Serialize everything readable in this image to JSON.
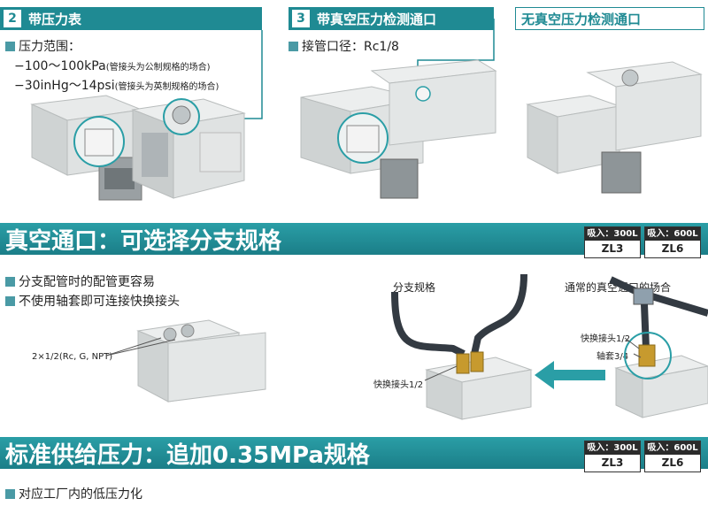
{
  "section2": {
    "number": "2",
    "title": "带压力表",
    "bullet": "压力范围：",
    "line1": "−100～100kPa",
    "line1_note": "(管接头为公制规格的场合)",
    "line2": "−30inHg～14psi",
    "line2_note": "(管接头为英制规格的场合)"
  },
  "section3": {
    "number": "3",
    "title": "带真空压力检测通口",
    "bullet": "接管口径：Rc1/8"
  },
  "section_no_port": {
    "title": "无真空压力检测通口"
  },
  "banner1": {
    "title": "真空通口：可选择分支规格"
  },
  "banner2": {
    "title": "标准供给压力：追加0.35MPa规格"
  },
  "models": [
    {
      "suction": "吸入：300L",
      "name": "ZL3"
    },
    {
      "suction": "吸入：600L",
      "name": "ZL6"
    }
  ],
  "branch": {
    "bullet1": "分支配管时的配管更容易",
    "bullet2": "不使用轴套即可连接快换接头",
    "port_label": "2×1/2(Rc, G, NPT)",
    "branch_title": "分支规格",
    "normal_title": "通常的真空通口的场合",
    "fitting_left": "快换接头1/2",
    "fitting_right": "快换接头1/2",
    "bushing": "轴套3/4"
  },
  "pressure": {
    "bullet": "对应工厂内的低压力化"
  },
  "colors": {
    "accent": "#1f8a93",
    "banner": "#1b7e88",
    "body_gray": "#d9dcdc",
    "body_dark": "#8c9194"
  }
}
